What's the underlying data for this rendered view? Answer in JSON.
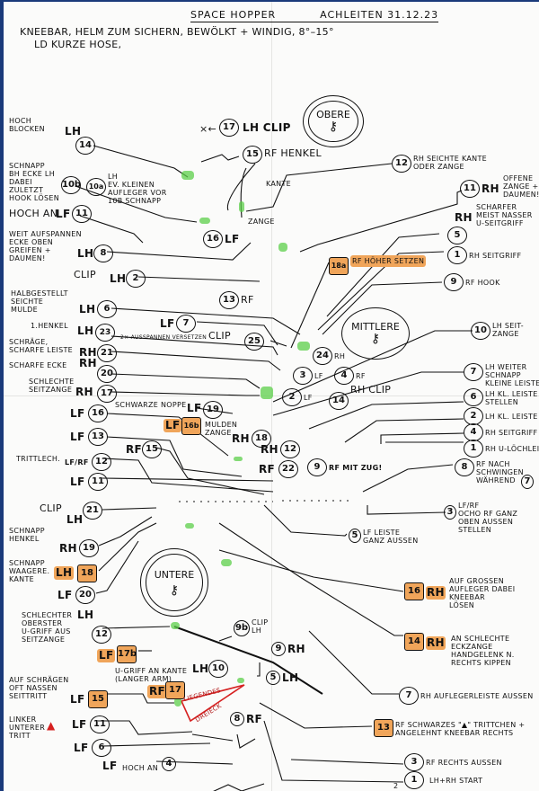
{
  "header": {
    "title": "SPACE HOPPER",
    "location_date": "ACHLEITEN 31.12.23",
    "notes_line1": "KNEEBAR, HELM ZUM SICHERN, BEWÖLKT + WINDIG, 8°–15°",
    "notes_line2": "LD KURZE HOSE,"
  },
  "zones": {
    "upper": "OBERE",
    "middle": "MITTLERE",
    "lower": "UNTERE",
    "key_icon": "key-icon"
  },
  "upper_left": [
    {
      "note": "HOCH\nBLOCKEN",
      "limb": "LH",
      "num": "14"
    },
    {
      "note": "SCHNAPP\nBH ECKE LH\nDABEI\nZULETZT\nHOOK LÖSEN",
      "limb": "",
      "num": "10b"
    },
    {
      "note": "LH\nEV. KLEINEN\nAUFLEGER VOR\n10b SCHNAPP",
      "limb": "",
      "num": "10a"
    },
    {
      "note": "HOCH AN",
      "limb": "LF",
      "num": "11"
    },
    {
      "note": "WEIT AUFSPANNEN\nECKE OBEN\nGREIFEN +\nDAUMEN!",
      "limb": "LH",
      "num": "8"
    },
    {
      "note": "CLIP",
      "limb": "LH",
      "num": "2"
    },
    {
      "note": "HALBGESTELLT\nSEICHTE\nMULDE",
      "limb": "LH",
      "num": "6"
    },
    {
      "note": "1.HENKEL",
      "limb": "LH",
      "num": "23"
    },
    {
      "note": "SCHRÄGE,\nSCHARFE LEISTE",
      "limb": "RH",
      "num": "21"
    }
  ],
  "upper_center": [
    {
      "prefix": "×←",
      "num": "17",
      "text": "LH CLIP"
    },
    {
      "num": "15",
      "text": "RF HENKEL"
    },
    {
      "text": "KANTE"
    },
    {
      "text": "ZANGE"
    },
    {
      "num": "16",
      "text": "LF"
    },
    {
      "num": "13",
      "text": "RF"
    },
    {
      "num": "7",
      "text": "LF",
      "note": "2× AUSSPANNEN VERSETZEN"
    },
    {
      "num": "25",
      "text": "CLIP"
    },
    {
      "num": "18a",
      "text": "RF HÖHER SETZEN",
      "highlight": true
    }
  ],
  "upper_right": [
    {
      "num": "12",
      "text": "RH SEICHTE KANTE\nODER ZANGE"
    },
    {
      "num": "11",
      "text": "RH",
      "note": "OFFENE\nZANGE +\nDAUMEN!"
    },
    {
      "num": "5",
      "text": "RH",
      "note": "SCHARFER\nMEIST NASSER\nU-SEITGRIFF"
    },
    {
      "num": "1",
      "text": "RH SEITGRIFF"
    },
    {
      "num": "9",
      "text": "RF HOOK"
    },
    {
      "num": "10",
      "text": "LH SEIT-\nZANGE"
    }
  ],
  "middle_center": [
    {
      "num": "24",
      "text": "RH"
    },
    {
      "num": "3",
      "text": "LF"
    },
    {
      "num": "4",
      "text": "RF"
    },
    {
      "num": "2",
      "text": "LF"
    },
    {
      "num": "14",
      "text": "RH CLIP"
    },
    {
      "num": "12",
      "text": "RH"
    },
    {
      "num": "22",
      "text": "RF"
    },
    {
      "num": "9",
      "text": "RF MIT ZUG!"
    }
  ],
  "middle_left": [
    {
      "note": "SCHARFE ECKE",
      "limb": "RH",
      "num": "20"
    },
    {
      "note": "SCHLECHTE\nSEITZANGE",
      "limb": "RH",
      "num": "17"
    },
    {
      "note": "SCHWARZE NOPPE",
      "limb": "LF",
      "num": "19"
    },
    {
      "note": "",
      "limb": "LF",
      "num": "16"
    },
    {
      "note": "MULDEN\nZANGE",
      "limb": "LF",
      "num": "16b",
      "highlight": true
    },
    {
      "note": "",
      "limb": "RH",
      "num": "18"
    },
    {
      "note": "",
      "limb": "LF",
      "num": "13"
    },
    {
      "note": "",
      "limb": "RF",
      "num": "15"
    },
    {
      "note": "TRITTLECH.",
      "limb": "LF/RF",
      "num": "12"
    },
    {
      "note": "",
      "limb": "LF",
      "num": "11"
    }
  ],
  "middle_right": [
    {
      "num": "7",
      "text": "LH WEITER\nSCHNAPP\nKLEINE LEISTE"
    },
    {
      "num": "6",
      "text": "LH KL. LEISTE\nSTELLEN"
    },
    {
      "num": "2",
      "text": "LH KL. LEISTE"
    },
    {
      "num": "4",
      "text": "RH SEITGRIFF"
    },
    {
      "num": "1",
      "text": "RH U-LÖCHLEIN"
    },
    {
      "num": "8",
      "text": "RF NACH\nSCHWINGEN\nWÄHREND",
      "extra": "7"
    },
    {
      "num": "3",
      "text": "LF/RF\nOCHO RF GANZ\nOBEN AUSSEN\nSTELLEN"
    },
    {
      "num": "5",
      "text": "LF LEISTE\nGANZ AUSSEN"
    }
  ],
  "lower_left": [
    {
      "note": "CLIP",
      "limb": "LH",
      "num": "21"
    },
    {
      "note": "SCHNAPP\nHENKEL",
      "limb": "RH",
      "num": "19"
    },
    {
      "note": "SCHNAPP\nWAAGERE.\nKANTE",
      "limb": "LH",
      "num": "18",
      "highlight": true
    },
    {
      "note": "",
      "limb": "LF",
      "num": "20"
    },
    {
      "note": "SCHLECHTER\nOBERSTER\nU-GRIFF AUS\nSEITZANGE",
      "limb": "LH",
      "num": "12"
    },
    {
      "note": "",
      "limb": "LF",
      "num": "17b",
      "highlight": true
    },
    {
      "note": "U-GRIFF AN KANTE\n(LANGER ARM)",
      "limb": "LH",
      "num": "10"
    },
    {
      "note": "",
      "limb": "RF",
      "num": "17",
      "highlight": true
    },
    {
      "note": "AUF SCHRÄGEN\nOFT NASSEN\nSEITTRITT",
      "limb": "LF",
      "num": "15",
      "highlight": true
    },
    {
      "note": "LINKER\nUNTERER\nTRITT",
      "limb": "LF",
      "num": "11"
    },
    {
      "note": "",
      "limb": "LF",
      "num": "6"
    },
    {
      "note": "HOCH AN",
      "limb": "LF",
      "num": "4"
    }
  ],
  "lower_center": [
    {
      "num": "9b",
      "text": "CLIP\nLH"
    },
    {
      "num": "9",
      "text": "RH"
    },
    {
      "num": "5",
      "text": "LH"
    },
    {
      "num": "8",
      "text": "RF"
    },
    {
      "text": "LIEGENDES"
    },
    {
      "text": "DREIECK"
    }
  ],
  "lower_right": [
    {
      "num": "16",
      "text": "RH",
      "note": "AUF GROSSEN\nAUFLEGER DABEI\nKNEEBAR\nLÖSEN",
      "highlight": true
    },
    {
      "num": "14",
      "text": "RH",
      "note": "AN SCHLECHTE\nECKZANGE\nHANDGELENK N.\nRECHTS KIPPEN",
      "highlight": true
    },
    {
      "num": "7",
      "text": "RH AUFLEGERLEISTE AUSSEN"
    },
    {
      "num": "13",
      "text": "RF SCHWARZES \"▲\" TRITTCHEN +\nANGELEHNT KNEEBAR RECHTS",
      "highlight": true
    },
    {
      "num": "3",
      "text": "RF RECHTS AUSSEN"
    },
    {
      "num": "1",
      "text": "LH+RH START",
      "extra": "2"
    }
  ],
  "colors": {
    "paper": "#fbfbfa",
    "ink": "#111111",
    "highlight_orange": "#f0a55a",
    "highlight_green": "#5ccf4a",
    "triangle_red": "#d62020",
    "background_blue": "#1a3a7a"
  }
}
